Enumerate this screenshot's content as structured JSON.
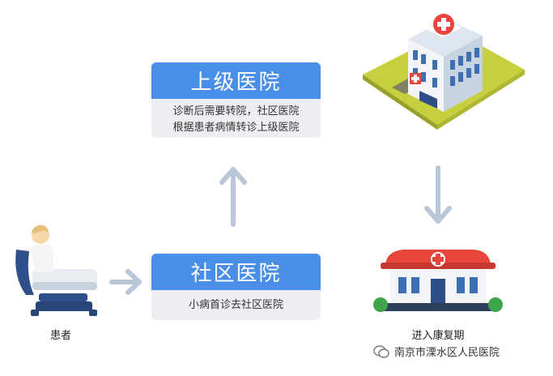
{
  "top_card": {
    "title": "上级医院",
    "line1": "诊断后需要转院，社区医院",
    "line2": "根据患者病情转诊上级医院"
  },
  "bottom_card": {
    "title": "社区医院",
    "line1": "小病首诊去社区医院"
  },
  "patient_label": "患者",
  "rehab_label": "进入康复期",
  "watermark": "南京市溧水区人民医院",
  "colors": {
    "accent": "#4a8fe7",
    "card_bg": "#eceef1",
    "arrow": "#b8c6d8",
    "roof": "#e8453c"
  }
}
